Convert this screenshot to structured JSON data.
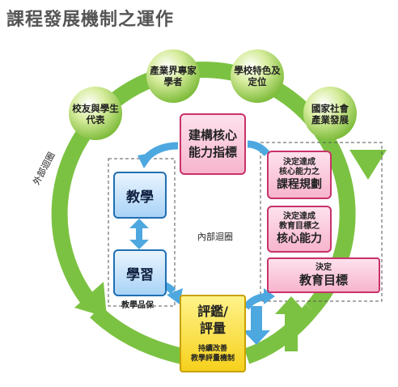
{
  "title": "課程發展機制之運作",
  "outer_loop_label": "外部迴圈",
  "inner_loop_label": "內部迴圈",
  "stakeholders": [
    {
      "line1": "校友與學生",
      "line2": "代表"
    },
    {
      "line1": "產業界專家",
      "line2": "學者"
    },
    {
      "line1": "學校特色及",
      "line2": "定位"
    },
    {
      "line1": "國家社會",
      "line2": "產業發展"
    }
  ],
  "core_ability_indicator": {
    "line1": "建構核心",
    "line2": "能力指標"
  },
  "course_plan": {
    "small1": "決定達成",
    "small2": "核心能力之",
    "main": "課程規劃"
  },
  "core_ability": {
    "small1": "決定達成",
    "small2": "教育目標之",
    "main": "核心能力"
  },
  "education_goal": {
    "small": "決定",
    "main": "教育目標"
  },
  "teaching": "教學",
  "learning": "學習",
  "teaching_qa": "教學品保",
  "evaluation": {
    "line1": "評鑑/",
    "line2": "評量",
    "sub1": "持續改善",
    "sub2": "教學評量機制"
  },
  "colors": {
    "green_loop": "#7cc242",
    "blue_arrow": "#4ea8e0",
    "pink_border": "#c8326a",
    "blue_border": "#1f6fb2",
    "yellow": "#f6d11c"
  }
}
